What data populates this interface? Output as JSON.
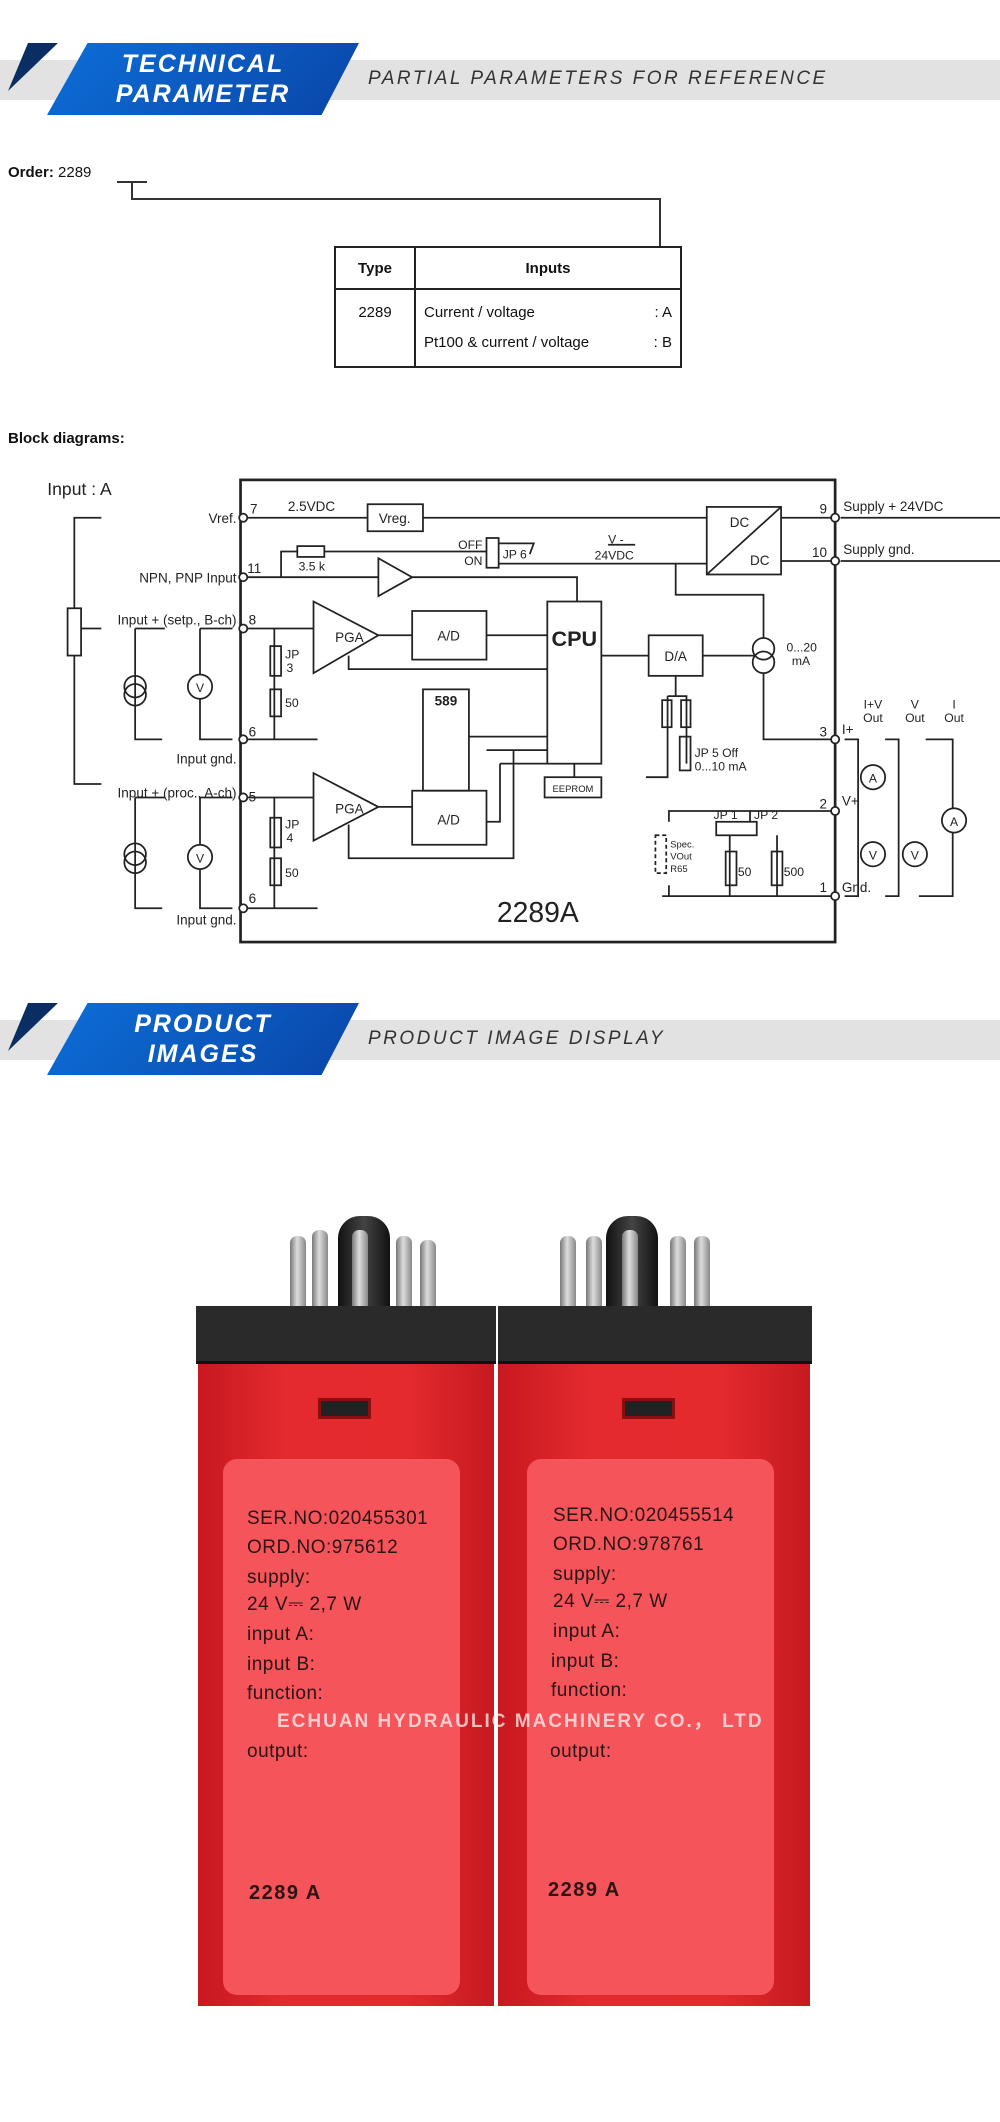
{
  "section1": {
    "title_line1": "TECHNICAL",
    "title_line2": "PARAMETER",
    "subtitle": "PARTIAL PARAMETERS FOR REFERENCE"
  },
  "order": {
    "label": "Order:",
    "value": "2289"
  },
  "inputs_table": {
    "headers": [
      "Type",
      "Inputs"
    ],
    "type": "2289",
    "rows": [
      {
        "input": "Current / voltage",
        "code": ": A"
      },
      {
        "input": "Pt100 & current / voltage",
        "code": ": B"
      }
    ]
  },
  "block_diagrams": {
    "label": "Block diagrams:",
    "input_title": "Input : A",
    "model": "2289A",
    "terminals": {
      "vref": "Vref.",
      "t7": "7",
      "npn": "NPN, PNP Input",
      "t11": "11",
      "in_b": "Input + (setp., B-ch)",
      "t8": "8",
      "gnd1": "Input gnd.",
      "t6a": "6",
      "in_a": "Input + (proc., A-ch)",
      "t5": "5",
      "gnd2": "Input gnd.",
      "t6b": "6",
      "t9": "9",
      "supply": "Supply + 24VDC",
      "t10": "10",
      "supply_gnd": "Supply gnd.",
      "t3": "3",
      "iplus": "I+",
      "t2": "2",
      "vplus": "V+",
      "t1": "1",
      "gnd": "Gnd."
    },
    "blocks": {
      "vdc": "2.5VDC",
      "vreg": "Vreg.",
      "dc1": "DC",
      "dc2": "DC",
      "off": "OFF",
      "on": "ON",
      "jp6": "JP 6",
      "vminus": "V -",
      "v24": "24VDC",
      "r35": "3.5 k",
      "pga": "PGA",
      "ad": "A/D",
      "cpu": "CPU",
      "da": "D/A",
      "ma": "0...20",
      "ma2": "mA",
      "jp": "JP",
      "jp3": "3",
      "jp4": "4",
      "r50": "50",
      "display": "589",
      "eeprom": "EEPROM",
      "jp5": "JP 5 Off",
      "jp5b": "0...10 mA",
      "jp1": "JP 1",
      "jp2": "JP 2",
      "spec1": "Spec.",
      "spec2": "VOut",
      "spec3": "R65",
      "r500": "500",
      "ivout1": "I+V",
      "out": "Out",
      "vout1": "V",
      "iout1": "I",
      "meter_a": "A",
      "meter_v": "V"
    }
  },
  "section2": {
    "title_line1": "PRODUCT",
    "title_line2": "IMAGES",
    "subtitle": "PRODUCT IMAGE DISPLAY"
  },
  "products": [
    {
      "ser": "SER.NO:020455301",
      "ord": "ORD.NO:975612",
      "supply": "supply:",
      "rating": "24 V⎓ 2,7 W",
      "input_a": "input A:",
      "input_b": "input B:",
      "function": "function:",
      "output": "output:",
      "model": "2289 A"
    },
    {
      "ser": "SER.NO:020455514",
      "ord": "ORD.NO:978761",
      "supply": "supply:",
      "rating": "24 V⎓ 2,7 W",
      "input_a": "input A:",
      "input_b": "input B:",
      "function": "function:",
      "output": "output:",
      "model": "2289 A"
    }
  ],
  "watermark": "ECHUAN HYDRAULIC MACHINERY CO.， LTD",
  "colors": {
    "banner_blue": "#0d6fd8",
    "band_gray": "#e2e2e2",
    "module_red": "#e42a2f",
    "label_pink": "#f4545a"
  }
}
